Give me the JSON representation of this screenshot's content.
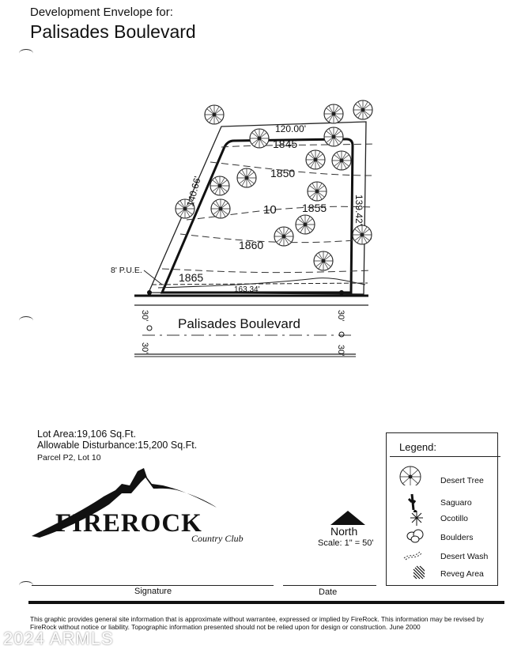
{
  "header": {
    "subtitle": "Development Envelope for:",
    "title": "Palisades Boulevard"
  },
  "plat": {
    "top_dimension": "120.00'",
    "left_dimension": "140.66'",
    "right_dimension": "139.42'",
    "bottom_dimension": "163.34'",
    "lot_number": "10",
    "contours": [
      "1845",
      "1850",
      "1855",
      "1860",
      "1865"
    ],
    "easement": "8' P.U.E.",
    "street_name": "Palisades Boulevard",
    "row_left_top": "30'",
    "row_left_bottom": "30'",
    "row_right_top": "30'",
    "row_right_bottom": "30'"
  },
  "lot_info": {
    "lot_area": "Lot Area:19,106 Sq.Ft.",
    "allowable_disturbance": "Allowable Disturbance:15,200 Sq.Ft.",
    "parcel": "Parcel P2, Lot 10"
  },
  "logo": {
    "name": "FIREROCK",
    "tagline": "Country Club"
  },
  "north": {
    "label": "North",
    "scale": "Scale: 1\" = 50'"
  },
  "legend": {
    "title": "Legend:",
    "items": [
      {
        "label": "Desert Tree",
        "icon": "desert-tree-icon"
      },
      {
        "label": "Saguaro",
        "icon": "saguaro-icon"
      },
      {
        "label": "Ocotillo",
        "icon": "ocotillo-icon"
      },
      {
        "label": "Boulders",
        "icon": "boulders-icon"
      },
      {
        "label": "Desert Wash",
        "icon": "desert-wash-icon"
      },
      {
        "label": "Reveg Area",
        "icon": "reveg-area-icon"
      }
    ]
  },
  "signature": {
    "signature_label": "Signature",
    "date_label": "Date"
  },
  "disclaimer": "This graphic provides general site information that is approximate without warrantee, expressed or implied by FireRock.  This information may be revised by FireRock without notice or liability.  Topographic information presented should not be relied upon for design or construction. June 2000",
  "watermark": "2024 ARMLS",
  "colors": {
    "ink": "#111111",
    "background": "#ffffff"
  }
}
